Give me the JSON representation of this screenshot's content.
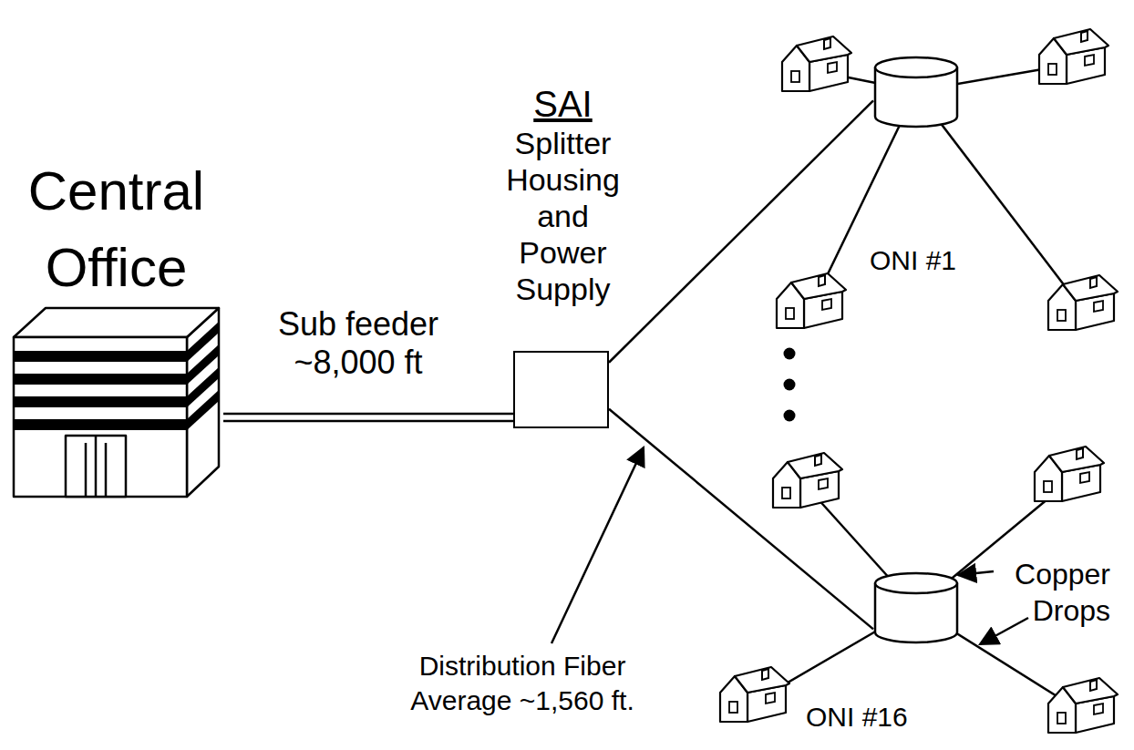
{
  "diagram": {
    "nodes": [
      {
        "text": [
          "Central Office"
        ]
      },
      {
        "text": [
          "SAI",
          "Splitter Housing and Power Supply"
        ]
      },
      {
        "text": [
          "ONI #1"
        ]
      },
      {
        "text": [
          "ONI #16"
        ]
      }
    ],
    "edges": [
      {
        "from": 0,
        "to": 1,
        "arrow": "none",
        "label": "Sub feeder ~8,000 ft"
      },
      {
        "from": 1,
        "to": 2,
        "arrow": "none"
      },
      {
        "from": 1,
        "to": 3,
        "arrow": "none"
      }
    ],
    "labels": [
      "Distribution Fiber Average ~1,560 ft.",
      "Copper Drops"
    ]
  }
}
